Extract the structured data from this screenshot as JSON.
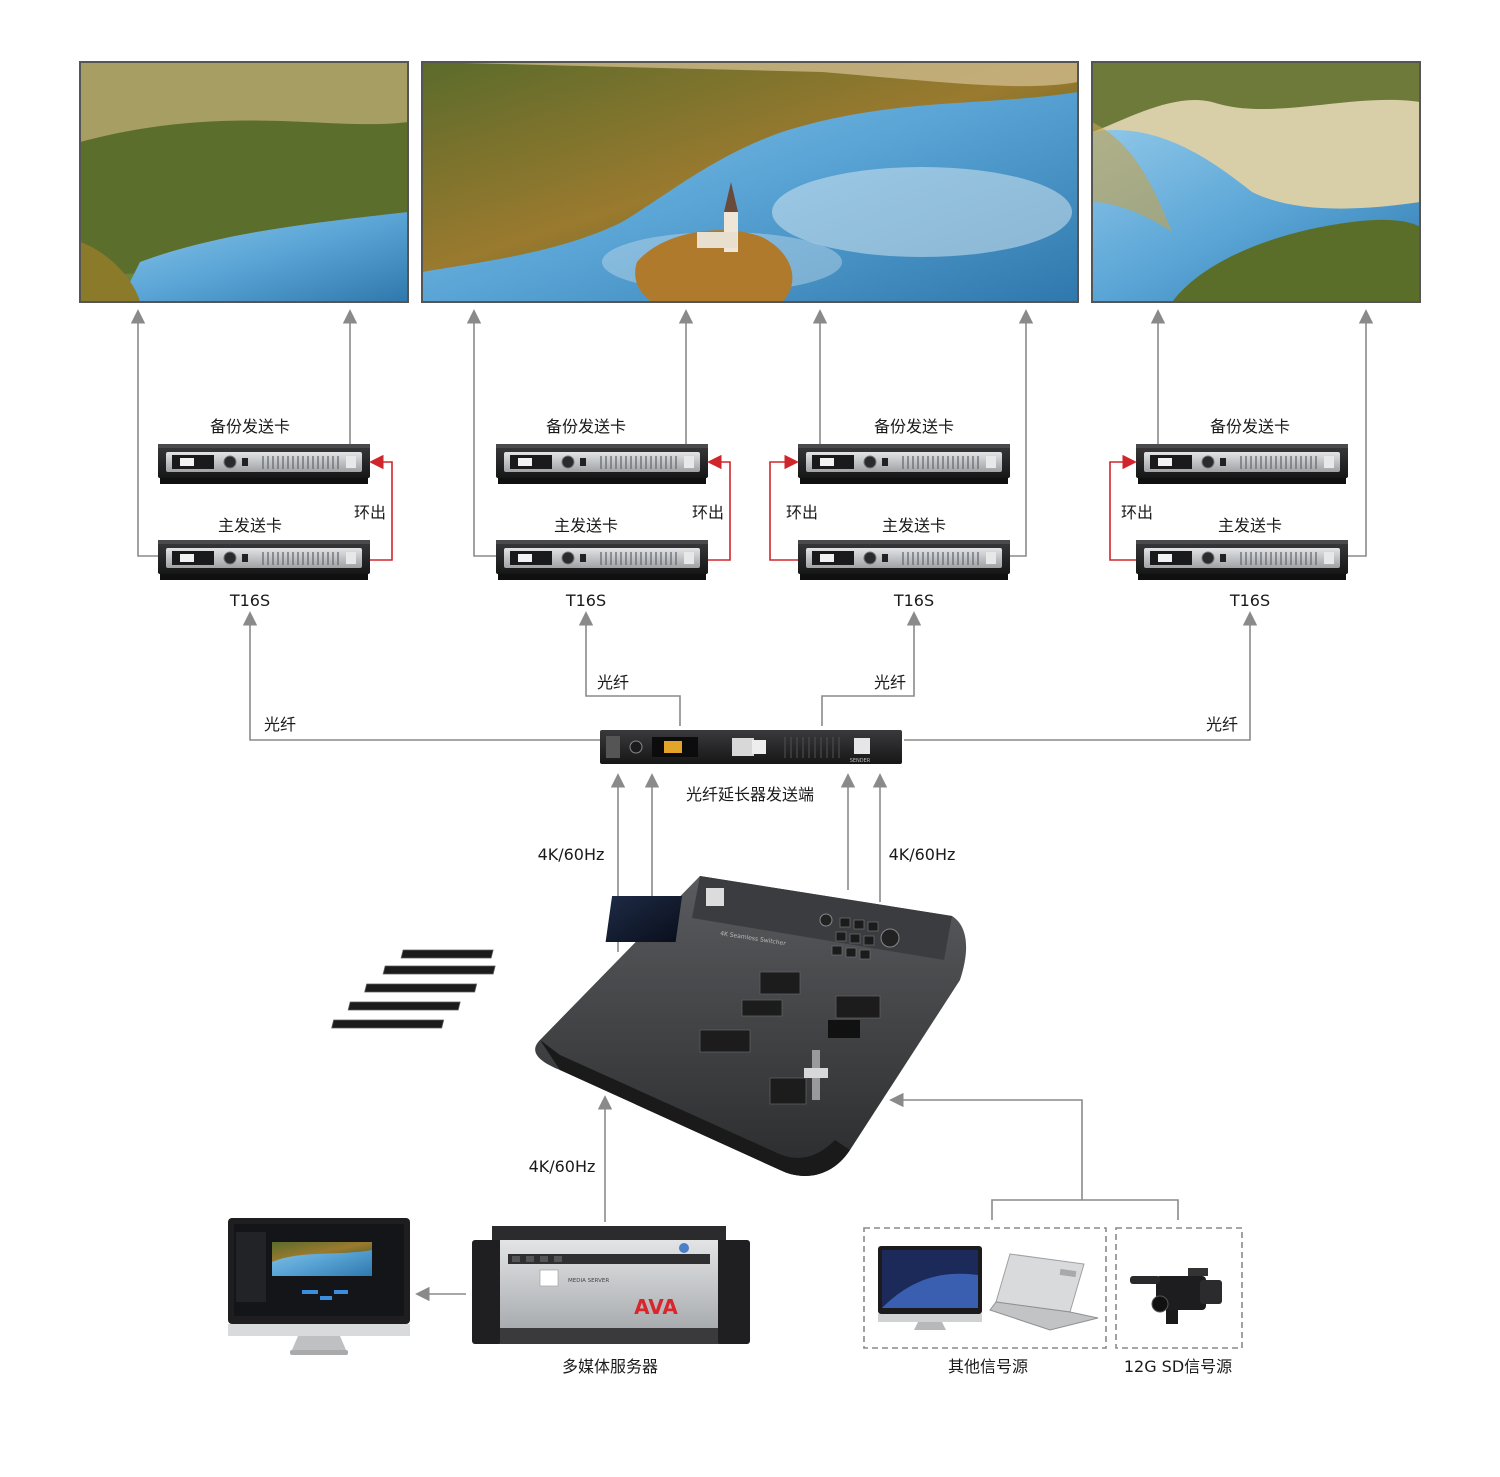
{
  "labels": {
    "backup_card": "备份发送卡",
    "main_card": "主发送卡",
    "loop_out": "环出",
    "model": "T16S",
    "fiber": "光纤",
    "fiber_sender": "光纤延长器发送端",
    "signal_4k": "4K/60Hz",
    "media_server": "多媒体服务器",
    "other_sources": "其他信号源",
    "sdi_source": "12G SD信号源"
  },
  "device_text": {
    "switcher_caption": "4K Seamless Switcher",
    "server_caption": "MEDIA SERVER",
    "server_logo": "AVA",
    "fiber_caption": "SENDER"
  },
  "colors": {
    "connector": "#8a8a8a",
    "loop_connector": "#d0262b",
    "device_dark": "#2a2a2c",
    "panel_silver": "#c9cbcd"
  }
}
